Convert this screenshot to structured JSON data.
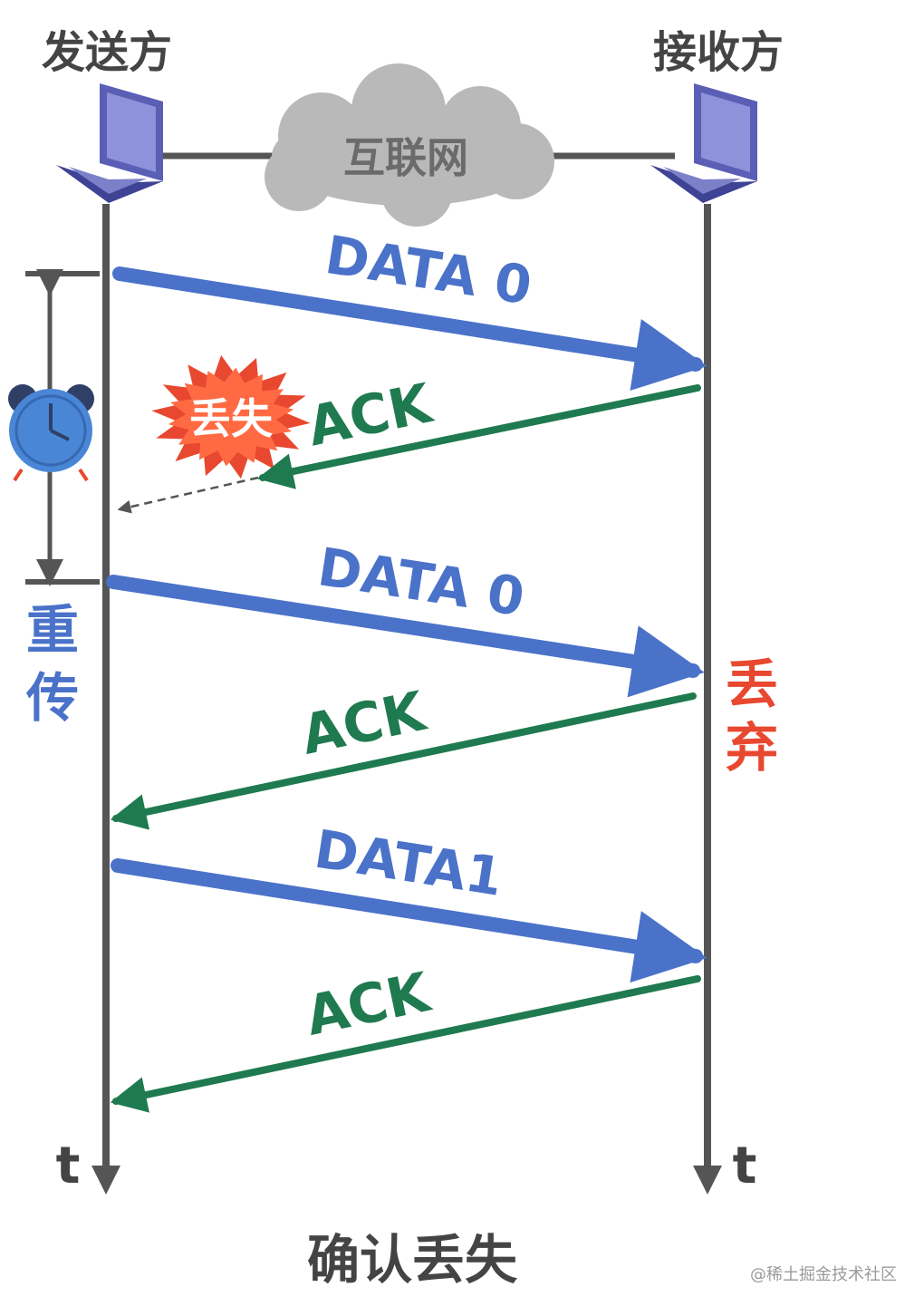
{
  "labels": {
    "sender": "发送方",
    "receiver": "接收方",
    "internet": "互联网",
    "lost_burst": "丢失",
    "retransmit_1": "重",
    "retransmit_2": "传",
    "discard_1": "丢",
    "discard_2": "弃",
    "time_left": "t",
    "time_right": "t",
    "caption": "确认丢失",
    "watermark": "@稀土掘金技术社区"
  },
  "messages": [
    {
      "label": "DATA 0",
      "direction": "sender-to-receiver",
      "kind": "data",
      "status": "delivered"
    },
    {
      "label": "ACK",
      "direction": "receiver-to-sender",
      "kind": "ack",
      "status": "lost"
    },
    {
      "label": "DATA 0",
      "direction": "sender-to-receiver",
      "kind": "data",
      "status": "retransmitted, discarded as duplicate"
    },
    {
      "label": "ACK",
      "direction": "receiver-to-sender",
      "kind": "ack",
      "status": "delivered"
    },
    {
      "label": "DATA1",
      "direction": "sender-to-receiver",
      "kind": "data",
      "status": "delivered"
    },
    {
      "label": "ACK",
      "direction": "receiver-to-sender",
      "kind": "ack",
      "status": "delivered"
    }
  ],
  "icons": {
    "sender_computer": "laptop-icon",
    "receiver_computer": "laptop-icon",
    "network": "cloud-icon",
    "timer": "alarm-clock-icon",
    "loss": "explosion-burst-icon"
  },
  "colors": {
    "data": "#4a72c9",
    "ack": "#1f7a4f",
    "loss": "#e8482f",
    "timeline": "#555555",
    "cloud": "#b9b9b9",
    "internet_text": "#6b6b6b",
    "retransmit_text": "#4a72c9",
    "discard_text": "#e8482f",
    "laptop": "#5a5fb5",
    "clock": "#4a86d6"
  }
}
